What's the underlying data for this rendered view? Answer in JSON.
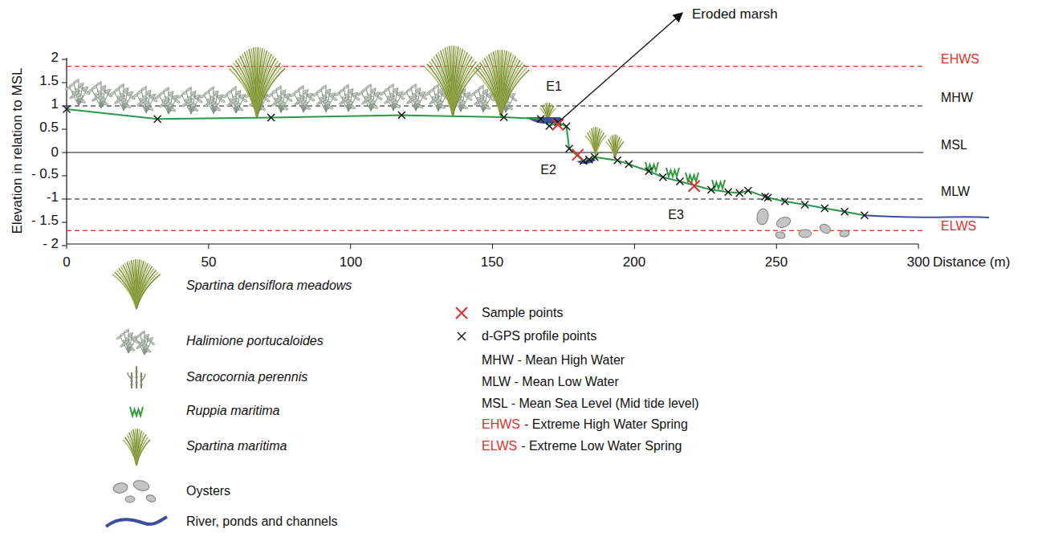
{
  "diagram": {
    "labels": [
      "Elevation in relation to MSL",
      "2",
      "1.5",
      "1",
      "0.5",
      "0",
      "- 0.5",
      "-1",
      "- 1.5",
      "- 2",
      "0",
      "50",
      "100",
      "150",
      "200",
      "250",
      "300",
      "Distance (m)",
      "EHWS",
      "MHW",
      "MSL",
      "MLW",
      "ELWS",
      "E1",
      "E2",
      "E3",
      "Eroded marsh",
      "MHW - Mean High Water",
      "MLW - Mean Low Water",
      "MSL - Mean Sea Level (Mid tide level)",
      "EHWS",
      "- Extreme High Water Spring",
      "ELWS",
      "- Extreme Low Water Spring"
    ],
    "legend": [
      {
        "text": "Spartina densiflora meadows"
      },
      {
        "text": "Halimione portucaloides"
      },
      {
        "text": "Sarcocornia perennis"
      },
      {
        "text": "Ruppia maritima"
      },
      {
        "text": "Spartina maritima"
      },
      {
        "text": "Oysters"
      },
      {
        "text": "River, ponds and channels"
      },
      {
        "text": "Sample points"
      },
      {
        "text": "d-GPS profile points"
      }
    ]
  }
}
